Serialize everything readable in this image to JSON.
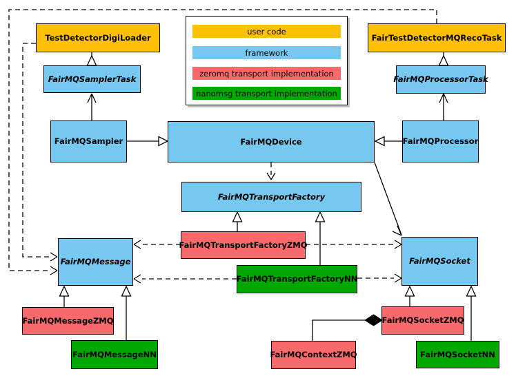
{
  "colors": {
    "user_code": "#FFC107",
    "framework": "#76C8F0",
    "zeromq": "#F8696C",
    "nanomsg": "#00A800"
  },
  "legend": {
    "items": [
      {
        "label": "user code",
        "role": "user_code"
      },
      {
        "label": "framework",
        "role": "framework"
      },
      {
        "label": "zeromq transport implementation",
        "role": "zeromq"
      },
      {
        "label": "nanomsg transport implementation",
        "role": "nanomsg"
      }
    ]
  },
  "diagram": {
    "nodes": {
      "digiloader": {
        "label": "TestDetectorDigiLoader",
        "role": "user_code",
        "abstract": false
      },
      "recotask": {
        "label": "FairTestDetectorMQRecoTask",
        "role": "user_code",
        "abstract": false
      },
      "samplertask": {
        "label": "FairMQSamplerTask",
        "role": "framework",
        "abstract": true
      },
      "processortask": {
        "label": "FairMQProcessorTask",
        "role": "framework",
        "abstract": true
      },
      "sampler": {
        "label": "FairMQSampler",
        "role": "framework",
        "abstract": false
      },
      "device": {
        "label": "FairMQDevice",
        "role": "framework",
        "abstract": false
      },
      "processor": {
        "label": "FairMQProcessor",
        "role": "framework",
        "abstract": false
      },
      "transportfactory": {
        "label": "FairMQTransportFactory",
        "role": "framework",
        "abstract": true
      },
      "factoryzmq": {
        "label": "FairMQTransportFactoryZMQ",
        "role": "zeromq",
        "abstract": false
      },
      "factorynn": {
        "label": "FairMQTransportFactoryNN",
        "role": "nanomsg",
        "abstract": false
      },
      "message": {
        "label": "FairMQMessage",
        "role": "framework",
        "abstract": true
      },
      "socket": {
        "label": "FairMQSocket",
        "role": "framework",
        "abstract": true
      },
      "messagezmq": {
        "label": "FairMQMessageZMQ",
        "role": "zeromq",
        "abstract": false
      },
      "messagenn": {
        "label": "FairMQMessageNN",
        "role": "nanomsg",
        "abstract": false
      },
      "socketzmq": {
        "label": "FairMQSocketZMQ",
        "role": "zeromq",
        "abstract": false
      },
      "contextzmq": {
        "label": "FairMQContextZMQ",
        "role": "zeromq",
        "abstract": false
      },
      "socketnn": {
        "label": "FairMQSocketNN",
        "role": "nanomsg",
        "abstract": false
      }
    },
    "edges": [
      {
        "from": "FairMQSamplerTask",
        "to": "TestDetectorDigiLoader",
        "type": "generalization"
      },
      {
        "from": "FairMQProcessorTask",
        "to": "FairTestDetectorMQRecoTask",
        "type": "generalization"
      },
      {
        "from": "FairMQSampler",
        "to": "FairMQSamplerTask",
        "type": "arrow"
      },
      {
        "from": "FairMQProcessor",
        "to": "FairMQProcessorTask",
        "type": "arrow"
      },
      {
        "from": "FairMQSampler",
        "to": "FairMQDevice",
        "type": "generalization"
      },
      {
        "from": "FairMQProcessor",
        "to": "FairMQDevice",
        "type": "generalization"
      },
      {
        "from": "FairMQDevice",
        "to": "FairMQTransportFactory",
        "type": "dashed-arrow"
      },
      {
        "from": "FairMQDevice",
        "to": "FairMQSocket",
        "type": "arrow"
      },
      {
        "from": "FairMQTransportFactoryZMQ",
        "to": "FairMQTransportFactory",
        "type": "generalization"
      },
      {
        "from": "FairMQTransportFactoryNN",
        "to": "FairMQTransportFactory",
        "type": "generalization"
      },
      {
        "from": "FairMQTransportFactoryZMQ",
        "to": "FairMQMessage",
        "type": "dashed-arrow"
      },
      {
        "from": "FairMQTransportFactoryNN",
        "to": "FairMQMessage",
        "type": "dashed-arrow"
      },
      {
        "from": "FairMQTransportFactoryZMQ",
        "to": "FairMQSocket",
        "type": "dashed-arrow"
      },
      {
        "from": "FairMQTransportFactoryNN",
        "to": "FairMQSocket",
        "type": "dashed-arrow"
      },
      {
        "from": "TestDetectorDigiLoader",
        "to": "FairMQMessage",
        "type": "dashed-arrow"
      },
      {
        "from": "FairTestDetectorMQRecoTask",
        "to": "FairMQMessage",
        "type": "dashed-arrow"
      },
      {
        "from": "FairMQMessageZMQ",
        "to": "FairMQMessage",
        "type": "generalization"
      },
      {
        "from": "FairMQMessageNN",
        "to": "FairMQMessage",
        "type": "generalization"
      },
      {
        "from": "FairMQSocketZMQ",
        "to": "FairMQSocket",
        "type": "generalization"
      },
      {
        "from": "FairMQSocketNN",
        "to": "FairMQSocket",
        "type": "generalization"
      },
      {
        "from": "FairMQContextZMQ",
        "to": "FairMQSocketZMQ",
        "type": "composition"
      }
    ]
  }
}
